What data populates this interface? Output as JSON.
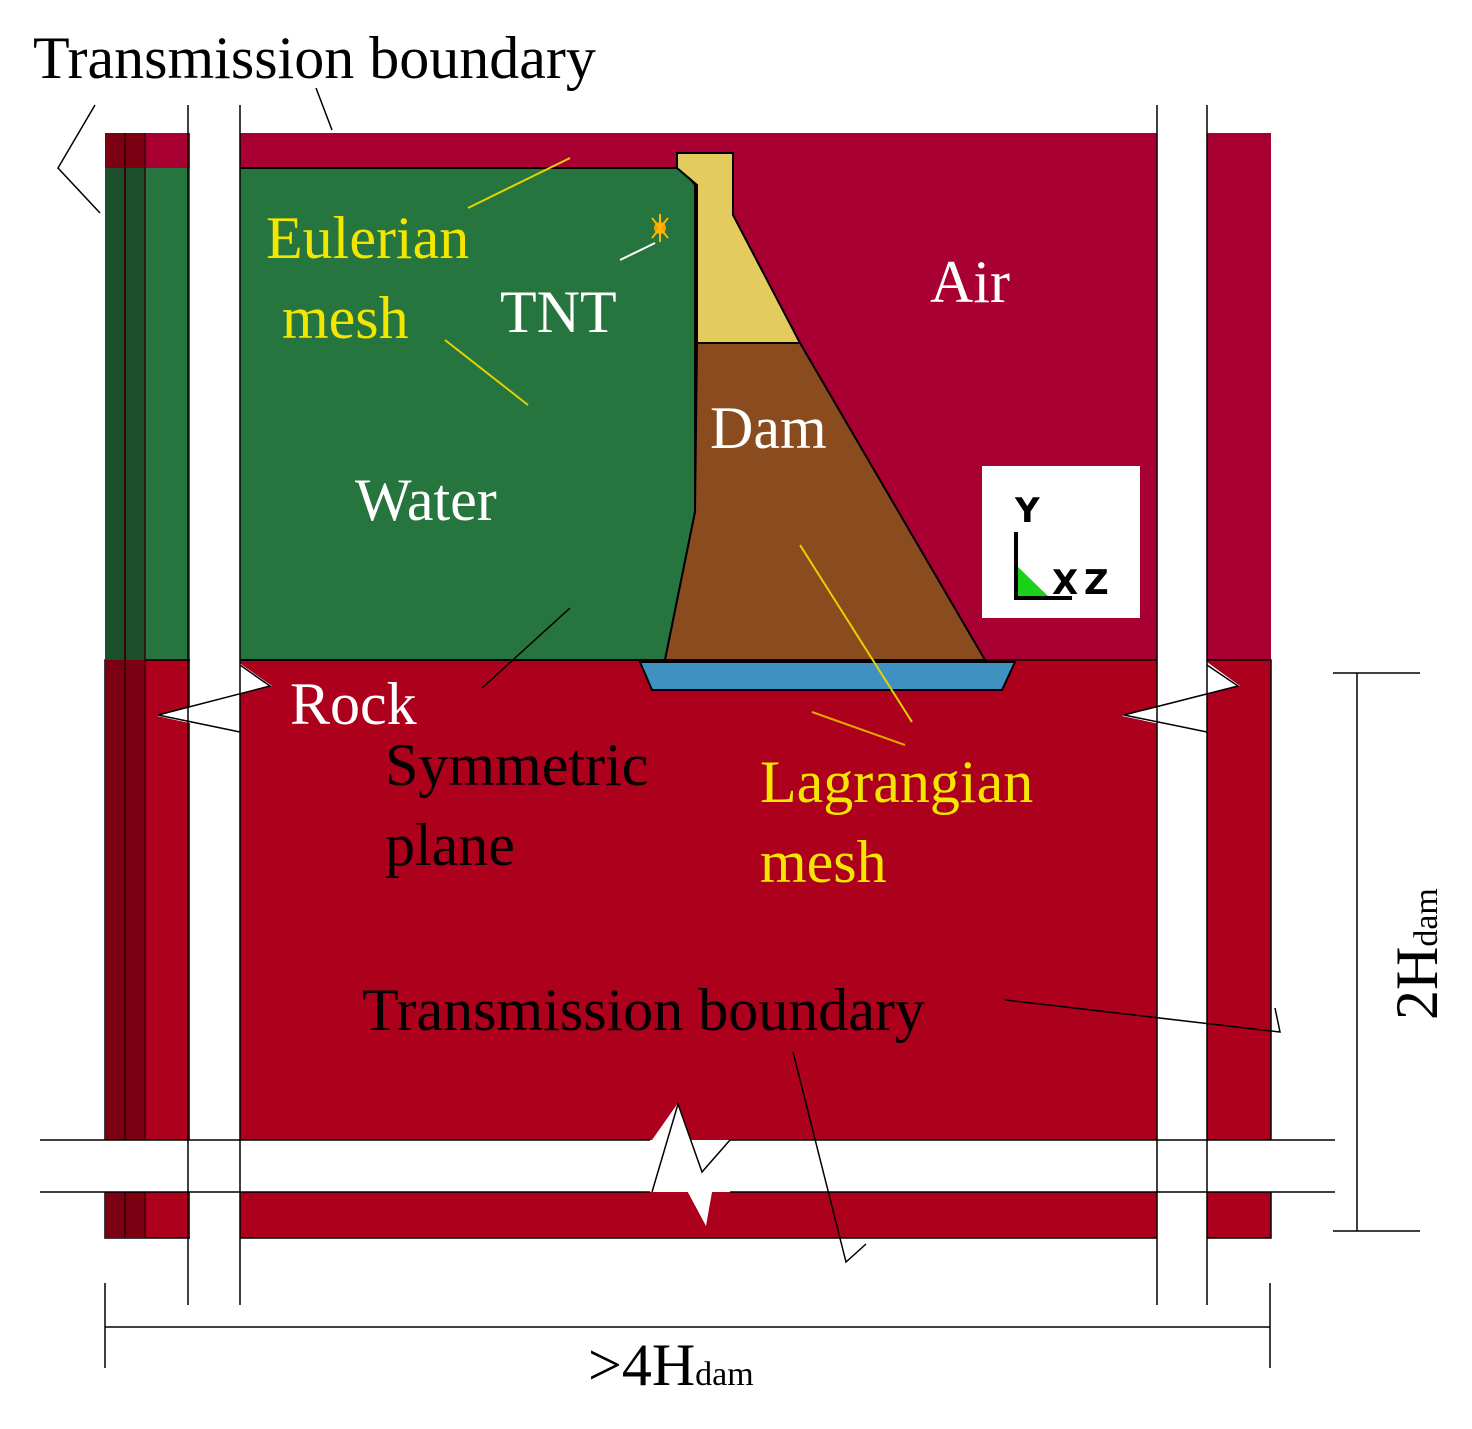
{
  "colors": {
    "air": "#a80032",
    "rock": "#ac001c",
    "water": "#26743e",
    "dam": "#8a4b1f",
    "dam_top": "#e3cb5e",
    "foundation": "#3f91c2",
    "layer_dark": "#7a0012",
    "layer_dark_green": "#1b4f2c",
    "label_white": "#ffffff",
    "label_yellow": "#f3e600",
    "label_black": "#000000"
  },
  "labels": {
    "transmission_top": "Transmission boundary",
    "transmission_bottom": "Transmission boundary",
    "eulerian_line1": "Eulerian",
    "eulerian_line2": "mesh",
    "tnt": "TNT",
    "air": "Air",
    "dam": "Dam",
    "water": "Water",
    "rock": "Rock",
    "symmetric_line1": "Symmetric",
    "symmetric_line2": "plane",
    "lagrangian_line1": "Lagrangian",
    "lagrangian_line2": "mesh"
  },
  "axes": {
    "y": "Y",
    "x": "X",
    "z": "Z"
  },
  "dimensions": {
    "height_main": "2H",
    "height_sub": "dam",
    "width_prefix": ">4H",
    "width_sub": "dam"
  }
}
